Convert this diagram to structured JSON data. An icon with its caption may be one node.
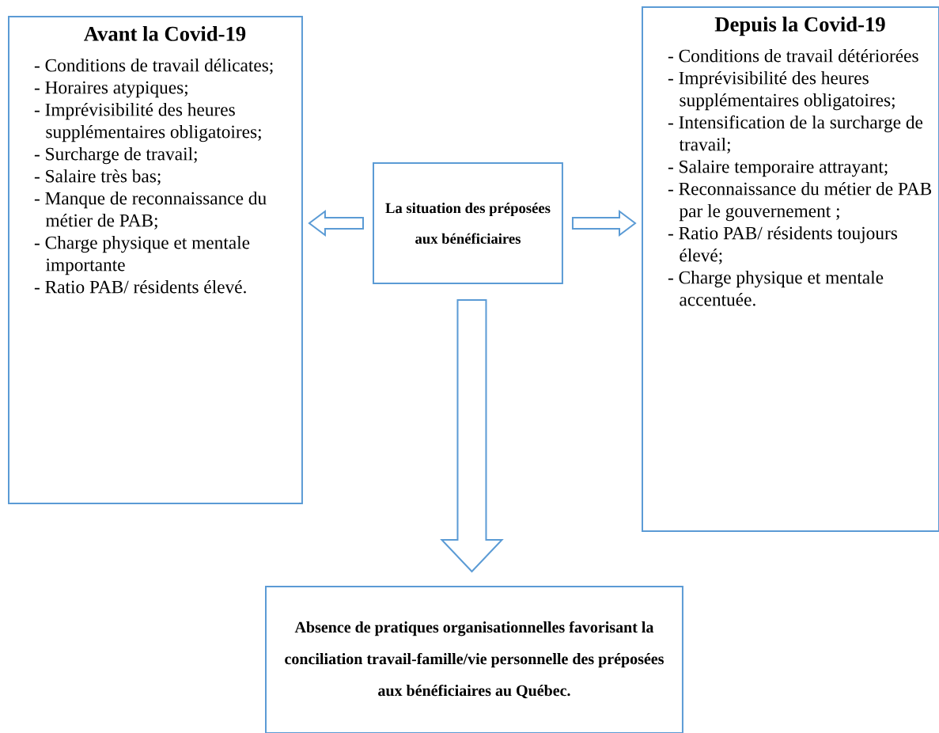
{
  "diagram": {
    "nodes": [
      {
        "text": [
          "Avant la Covid-19",
          "- Conditions de travail délicates;",
          "- Horaires atypiques;",
          "- Imprévisibilité des heures supplémentaires obligatoires;",
          "- Surcharge de travail;",
          "- Salaire très bas;",
          "- Manque de reconnaissance du métier de PAB;",
          "- Charge physique et mentale importante",
          "- Ratio PAB/ résidents élevé."
        ]
      },
      {
        "text": [
          "Depuis la Covid-19",
          "- Conditions de travail détériorées",
          "- Imprévisibilité des heures supplémentaires obligatoires;",
          "- Intensification de la surcharge de travail;",
          "- Salaire temporaire attrayant;",
          "- Reconnaissance du métier de PAB par le gouvernement ;",
          "- Ratio PAB/ résidents toujours élevé;",
          "- Charge physique et mentale accentuée."
        ]
      },
      {
        "text": [
          "La situation des préposées aux bénéficiaires"
        ]
      },
      {
        "text": [
          "Absence de pratiques organisationnelles favorisant la conciliation travail-famille/vie personnelle des préposées aux bénéficiaires au Québec."
        ]
      }
    ],
    "edges": [
      {
        "from": 2,
        "to": 0,
        "arrow": "to"
      },
      {
        "from": 2,
        "to": 1,
        "arrow": "to"
      },
      {
        "from": 2,
        "to": 3,
        "arrow": "to"
      }
    ]
  }
}
